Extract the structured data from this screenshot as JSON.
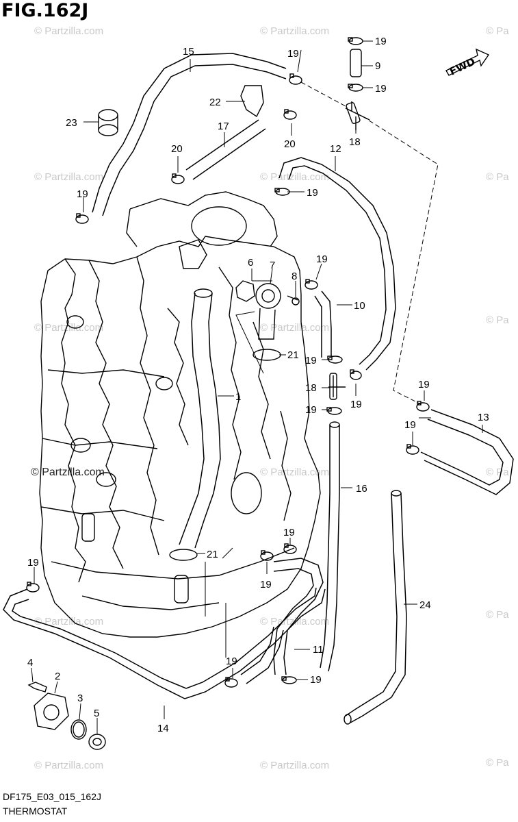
{
  "figure": {
    "title": "FIG.162J",
    "fwd_label": "FWD",
    "drawing_code": "DF175_E03_015_162J",
    "drawing_name": "THERMOSTAT"
  },
  "watermarks": {
    "light": "© Partzilla.com",
    "short": "© Pa",
    "dark": "© Partzilla.com"
  },
  "callouts": {
    "c1": "1",
    "c2": "2",
    "c3": "3",
    "c4": "4",
    "c5": "5",
    "c6": "6",
    "c7": "7",
    "c8": "8",
    "c9": "9",
    "c10": "10",
    "c11": "11",
    "c12": "12",
    "c13": "13",
    "c14": "14",
    "c15": "15",
    "c16": "16",
    "c17": "17",
    "c18a": "18",
    "c18b": "18",
    "c19a": "19",
    "c19b": "19",
    "c19c": "19",
    "c19d": "19",
    "c19e": "19",
    "c19f": "19",
    "c19g": "19",
    "c19h": "19",
    "c19i": "19",
    "c19j": "19",
    "c19k": "19",
    "c19l": "19",
    "c19m": "19",
    "c19n": "19",
    "c19o": "19",
    "c19p": "19",
    "c20a": "20",
    "c20b": "20",
    "c21a": "21",
    "c21b": "21",
    "c22": "22",
    "c23": "23",
    "c24": "24"
  }
}
